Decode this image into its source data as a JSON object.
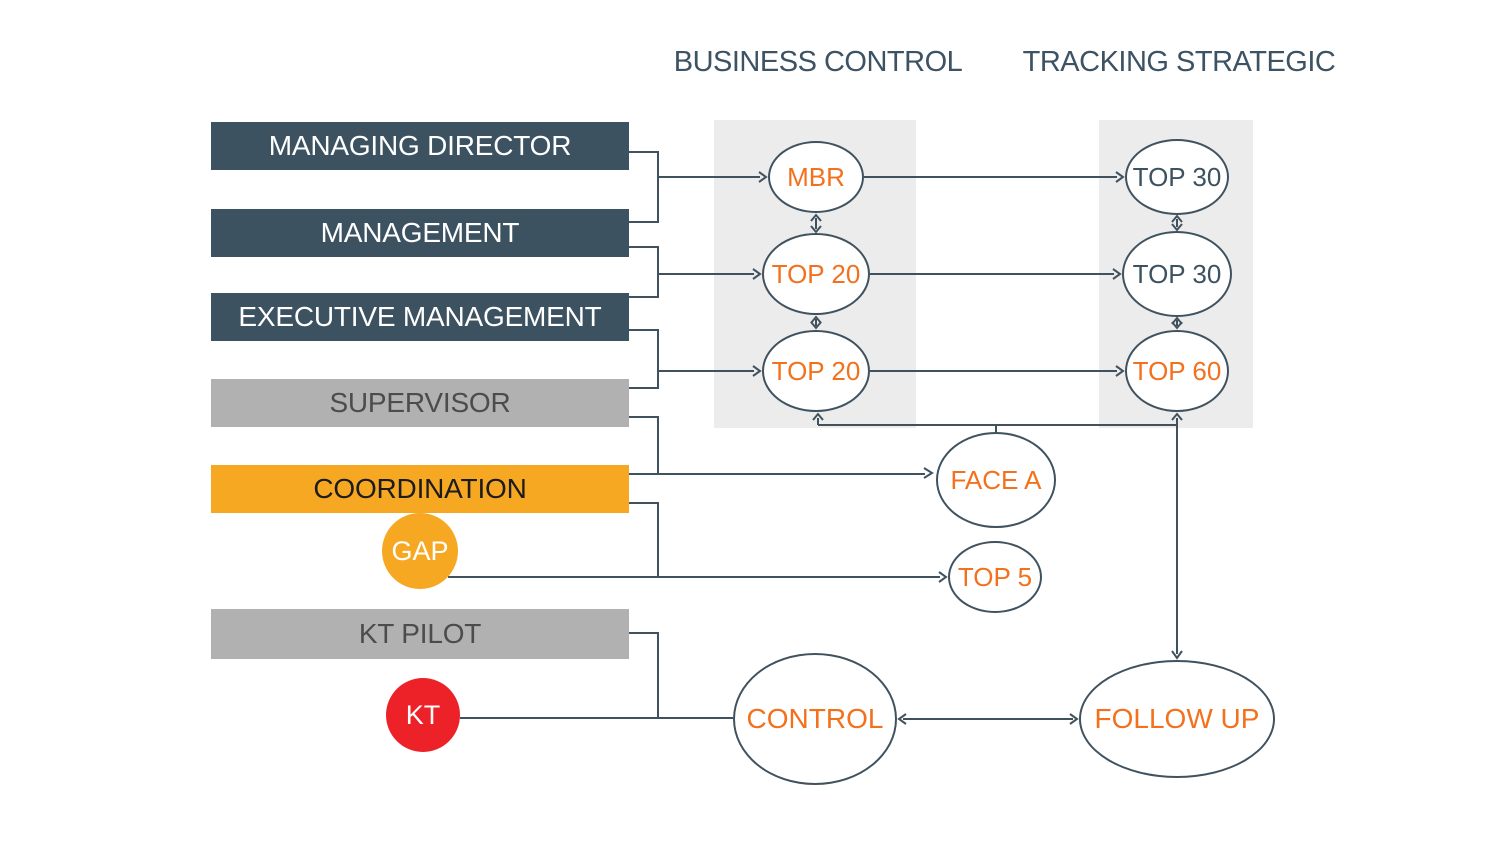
{
  "headers": {
    "business_control": "BUSINESS CONTROL",
    "tracking_strategic": "TRACKING STRATEGIC"
  },
  "bars": [
    {
      "label": "MANAGING DIRECTOR",
      "style": "dark"
    },
    {
      "label": "MANAGEMENT",
      "style": "dark"
    },
    {
      "label": "EXECUTIVE MANAGEMENT",
      "style": "dark"
    },
    {
      "label": "SUPERVISOR",
      "style": "gray"
    },
    {
      "label": "COORDINATION",
      "style": "orange"
    },
    {
      "label": "KT PILOT",
      "style": "gray"
    }
  ],
  "badges": {
    "gap": "GAP",
    "kt": "KT"
  },
  "nodes": {
    "mbr": "MBR",
    "top20_management": "TOP 20",
    "top20_executive": "TOP 20",
    "top30_md": "TOP 30",
    "top30_management": "TOP 30",
    "top60": "TOP 60",
    "face_a": "FACE A",
    "top5": "TOP 5",
    "control": "CONTROL",
    "follow_up": "FOLLOW UP"
  },
  "colors": {
    "dark_slate": "#3d5260",
    "line": "#41525f",
    "gray_bar": "#b1b1b1",
    "gray_bar_text": "#4c4c4c",
    "orange": "#f7a823",
    "red": "#ed2228",
    "orange_text": "#f3711d",
    "panel_gray": "#ececec",
    "header_text": "#3d5263"
  }
}
